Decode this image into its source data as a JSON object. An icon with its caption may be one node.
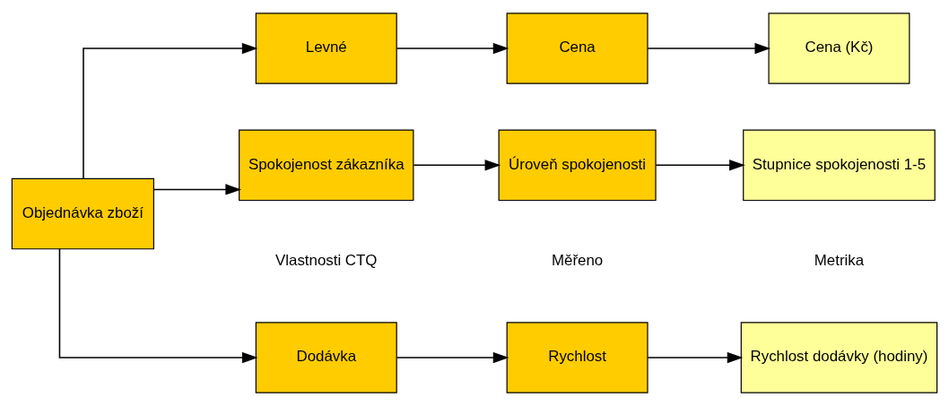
{
  "diagram": {
    "nodes": [
      {
        "text": [
          "Objednávka zboží"
        ]
      },
      {
        "text": [
          "Dodávka"
        ]
      },
      {
        "text": [
          "Levné"
        ]
      },
      {
        "text": [
          "Spokojenost zákazníka"
        ]
      },
      {
        "text": [
          "Rychlost"
        ]
      },
      {
        "text": [
          "Cena"
        ]
      },
      {
        "text": [
          "Úroveň spokojenosti"
        ]
      },
      {
        "text": [
          "Rychlost dodávky (hodiny)"
        ]
      },
      {
        "text": [
          "Cena (Kč)"
        ]
      },
      {
        "text": [
          "Stupnice spokojenosti 1-5"
        ]
      }
    ],
    "edges": [
      {
        "from": 0,
        "to": 1,
        "arrow": "to"
      },
      {
        "from": 0,
        "to": 2,
        "arrow": "to"
      },
      {
        "from": 0,
        "to": 3,
        "arrow": "to"
      },
      {
        "from": 1,
        "to": 4,
        "arrow": "to"
      },
      {
        "from": 2,
        "to": 5,
        "arrow": "to"
      },
      {
        "from": 3,
        "to": 6,
        "arrow": "to"
      },
      {
        "from": 4,
        "to": 7,
        "arrow": "to"
      },
      {
        "from": 5,
        "to": 8,
        "arrow": "to"
      },
      {
        "from": 6,
        "to": 9,
        "arrow": "to"
      }
    ],
    "labels": [
      "Vlastnosti CTQ",
      "Měřeno",
      "Metrika"
    ]
  }
}
